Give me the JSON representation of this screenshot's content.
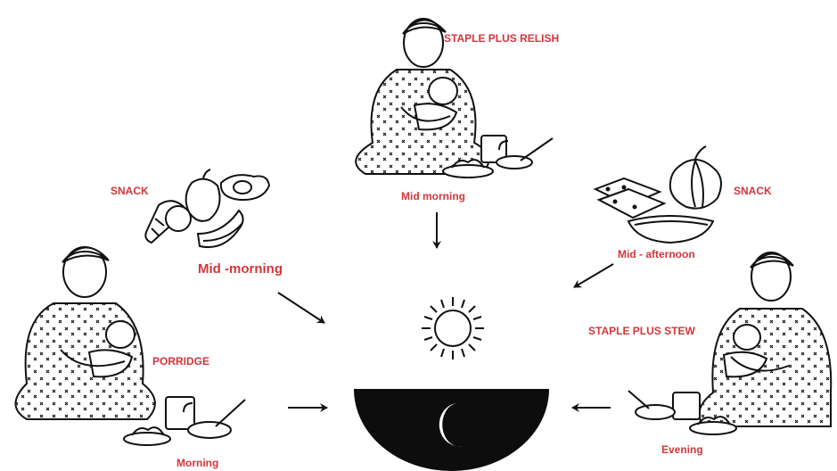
{
  "accent_color": "#d2363b",
  "labels": {
    "top_meal": "STAPLE PLUS RELISH",
    "top_time": "Mid morning",
    "left_snack": "SNACK",
    "left_snack_time": "Mid -morning",
    "right_snack": "SNACK",
    "right_snack_time": "Mid - afternoon",
    "porridge": "PORRIDGE",
    "morning": "Morning",
    "stew": "STAPLE PLUS STEW",
    "evening": "Evening"
  },
  "icons": {
    "top_scene": "mother-breastfeeding-with-meal-icon",
    "left_scene": "mother-breastfeeding-with-porridge-icon",
    "right_scene": "mother-breastfeeding-with-stew-icon",
    "left_snack": "fruit-snack-icon",
    "right_snack": "pumpkin-bread-snack-icon",
    "center_day": "sun-icon",
    "center_night": "moon-night-icon"
  }
}
